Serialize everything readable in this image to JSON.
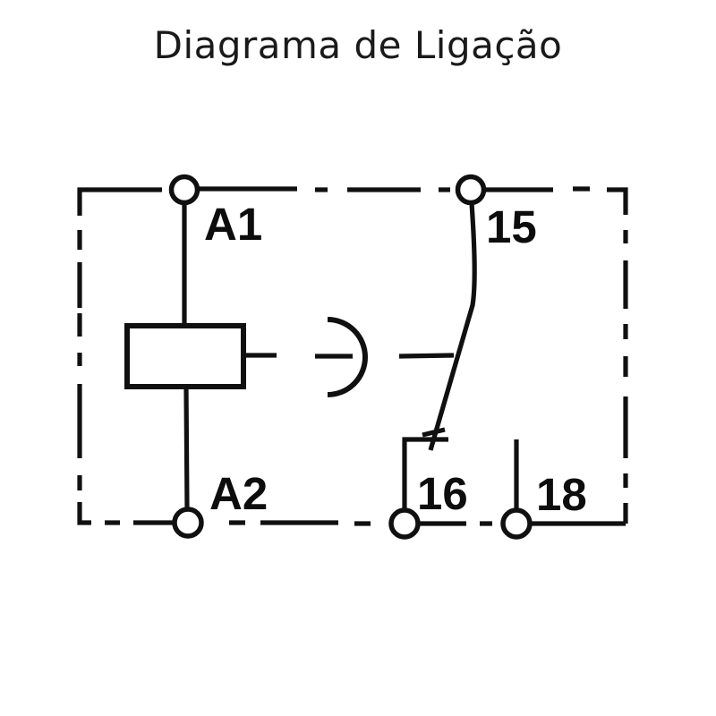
{
  "title": "Diagrama de Ligação",
  "colors": {
    "ink": "#101010",
    "background": "#ffffff"
  },
  "diagram": {
    "kind": "relay-connection-schematic",
    "enclosure": "dashed-boundary-box",
    "terminals": [
      {
        "label": "A1",
        "position": "top-left",
        "role": "coil-terminal"
      },
      {
        "label": "15",
        "position": "top-right",
        "role": "contact-common"
      },
      {
        "label": "A2",
        "position": "bottom-left",
        "role": "coil-terminal"
      },
      {
        "label": "16",
        "position": "bottom-middle",
        "role": "contact-normally-closed"
      },
      {
        "label": "18",
        "position": "bottom-right",
        "role": "contact-normally-open"
      }
    ],
    "symbols": [
      "coil-rectangle",
      "actuator-arc-link",
      "changeover-contact-blade"
    ]
  }
}
